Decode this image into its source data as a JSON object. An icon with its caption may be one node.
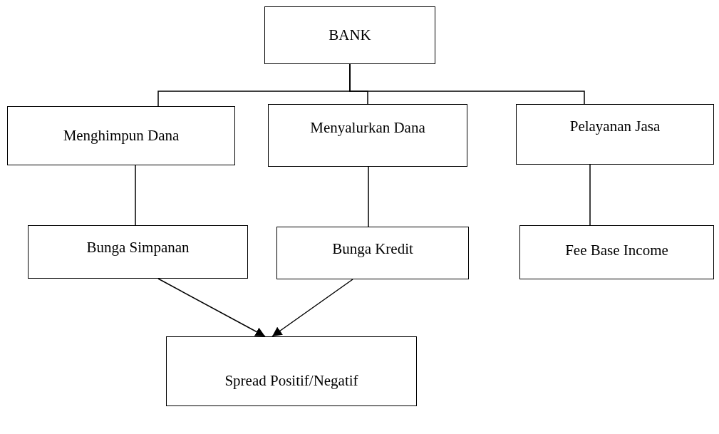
{
  "diagram": {
    "nodes": [
      {
        "text": [
          "BANK"
        ]
      },
      {
        "text": [
          "Menghimpun Dana"
        ]
      },
      {
        "text": [
          "Menyalurkan Dana"
        ]
      },
      {
        "text": [
          "Pelayanan Jasa"
        ]
      },
      {
        "text": [
          "Bunga Simpanan"
        ]
      },
      {
        "text": [
          "Bunga Kredit"
        ]
      },
      {
        "text": [
          "Fee Base Income"
        ]
      },
      {
        "text": [
          "Spread Positif/Negatif"
        ]
      }
    ],
    "edges": [
      {
        "from": 0,
        "to": 1,
        "arrow": "none"
      },
      {
        "from": 0,
        "to": 2,
        "arrow": "none"
      },
      {
        "from": 0,
        "to": 3,
        "arrow": "none"
      },
      {
        "from": 1,
        "to": 4,
        "arrow": "none"
      },
      {
        "from": 2,
        "to": 5,
        "arrow": "none"
      },
      {
        "from": 3,
        "to": 6,
        "arrow": "none"
      },
      {
        "from": 4,
        "to": 7,
        "arrow": "to"
      },
      {
        "from": 5,
        "to": 7,
        "arrow": "to"
      }
    ]
  }
}
